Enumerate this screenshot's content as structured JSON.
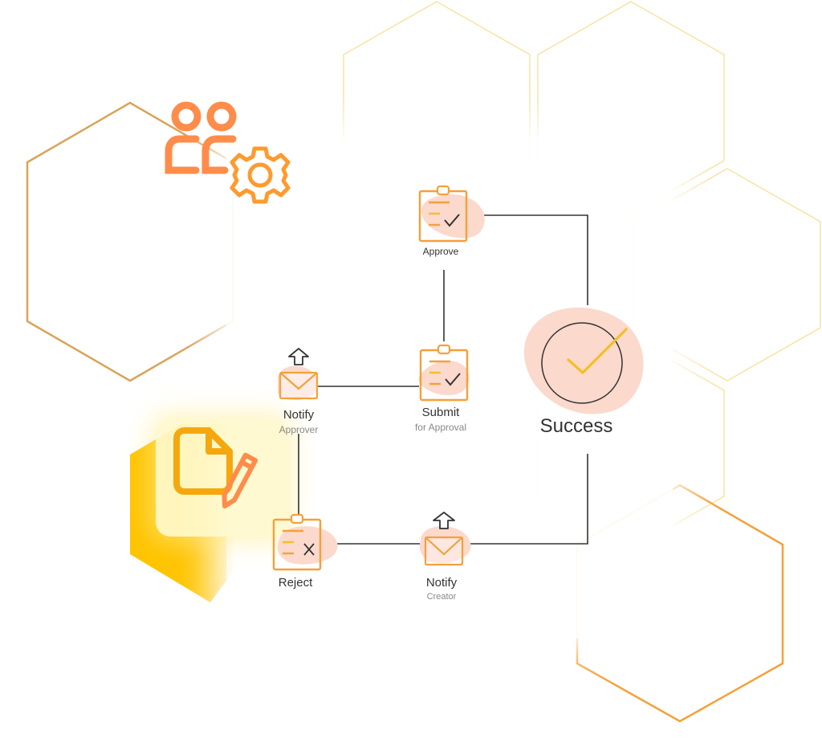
{
  "diagram": {
    "nodes": {
      "approve": {
        "label": "Approve",
        "sub": ""
      },
      "submit": {
        "label": "Submit",
        "sub": "for Approval"
      },
      "notify_approver": {
        "label": "Notify",
        "sub": "Approver"
      },
      "reject": {
        "label": "Reject",
        "sub": ""
      },
      "notify_creator": {
        "label": "Notify",
        "sub": "Creator"
      },
      "success": {
        "label": "Success",
        "sub": ""
      }
    },
    "edges": [
      [
        "approve",
        "success"
      ],
      [
        "approve",
        "submit"
      ],
      [
        "submit",
        "notify_approver"
      ],
      [
        "notify_approver",
        "reject"
      ],
      [
        "reject",
        "notify_creator"
      ],
      [
        "notify_creator",
        "success"
      ]
    ]
  },
  "colors": {
    "accent_orange": "#F5A03A",
    "gold": "#F2C026",
    "blob_peach": "#FBD9CC",
    "line": "#333333",
    "hex_brown": "#D9A45A",
    "hex_light": "#F8E3A2",
    "yellow_solid": "#FFC400"
  },
  "icons": [
    "team-settings-icon",
    "document-edit-icon",
    "clipboard-check-icon",
    "clipboard-x-icon",
    "mail-upload-icon",
    "success-check-icon"
  ]
}
